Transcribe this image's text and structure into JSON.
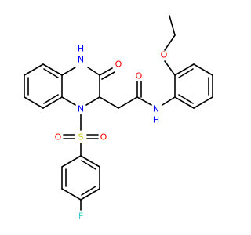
{
  "molecule": {
    "atoms": {
      "nh_top": {
        "text": "H",
        "sub": "N",
        "color": "#0000ff"
      },
      "o_ketone": {
        "text": "O",
        "color": "#ff0000"
      },
      "n_ring": {
        "text": "N",
        "color": "#0000ff"
      },
      "o_amide": {
        "text": "O",
        "color": "#ff0000"
      },
      "nh_amide_n": {
        "text": "N",
        "color": "#0000ff"
      },
      "nh_amide_h": {
        "text": "H",
        "color": "#0000ff"
      },
      "o_ether": {
        "text": "O",
        "color": "#ff0000"
      },
      "s": {
        "text": "S",
        "color": "#cccc00"
      },
      "o_s_left": {
        "text": "O",
        "color": "#ff0000"
      },
      "o_s_right": {
        "text": "O",
        "color": "#ff0000"
      },
      "f": {
        "text": "F",
        "color": "#33cccc"
      }
    }
  }
}
